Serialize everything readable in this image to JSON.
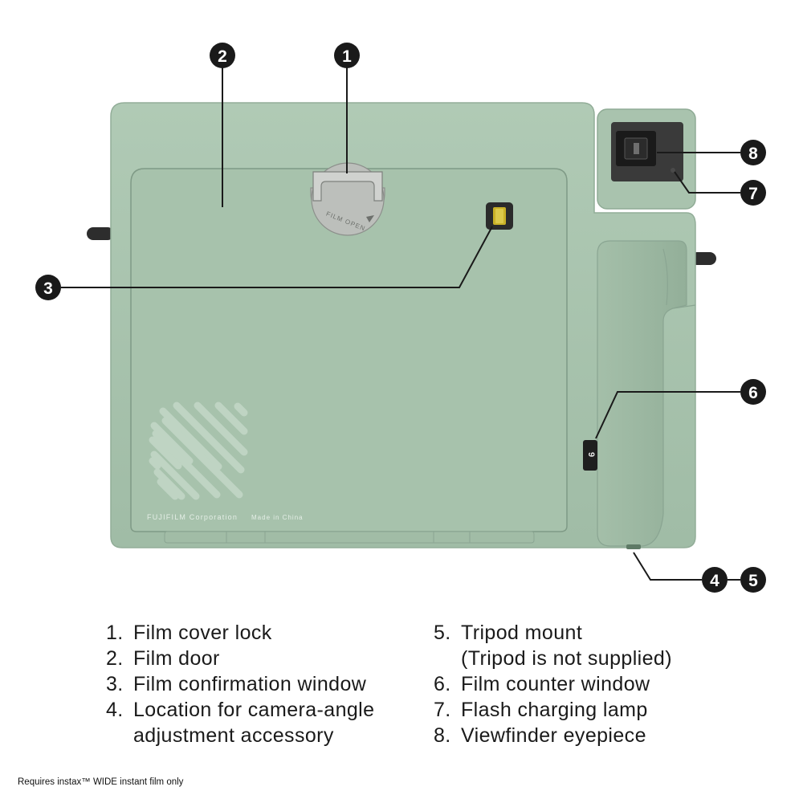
{
  "product_text": {
    "brand": "FUJIFILM Corporation",
    "made_in": "Made in China",
    "lock_label": "FILM OPEN",
    "counter_digits": "9"
  },
  "callouts": [
    {
      "number": "1",
      "label": "Film cover lock"
    },
    {
      "number": "2",
      "label": "Film door"
    },
    {
      "number": "3",
      "label": "Film confirmation window"
    },
    {
      "number": "4",
      "label": "Location for camera-angle adjustment accessory"
    },
    {
      "number": "5",
      "label": "Tripod mount (Tripod is not supplied)"
    },
    {
      "number": "6",
      "label": "Film counter window"
    },
    {
      "number": "7",
      "label": "Flash charging lamp"
    },
    {
      "number": "8",
      "label": "Viewfinder eyepiece"
    }
  ],
  "legend": {
    "left": [
      {
        "num": "1.",
        "lines": [
          "Film cover lock"
        ]
      },
      {
        "num": "2.",
        "lines": [
          "Film door"
        ]
      },
      {
        "num": "3.",
        "lines": [
          "Film confirmation window"
        ]
      },
      {
        "num": "4.",
        "lines": [
          "Location for camera-angle",
          "adjustment accessory"
        ]
      }
    ],
    "right": [
      {
        "num": "5.",
        "lines": [
          "Tripod mount",
          "(Tripod is not supplied)"
        ]
      },
      {
        "num": "6.",
        "lines": [
          "Film counter window"
        ]
      },
      {
        "num": "7.",
        "lines": [
          "Flash charging lamp"
        ]
      },
      {
        "num": "8.",
        "lines": [
          "Viewfinder eyepiece"
        ]
      }
    ]
  },
  "footnote": "Requires instax™ WIDE instant film only",
  "colors": {
    "body": "#a9c4ae",
    "body_dark": "#98b49e",
    "door": "#a6c1ab",
    "outline": "#8aa592",
    "callout": "#1a1a1a",
    "lens_frame": "#3a3a3a",
    "lock_metal": "#b9bcb8",
    "lamp": "#c7b22a"
  }
}
